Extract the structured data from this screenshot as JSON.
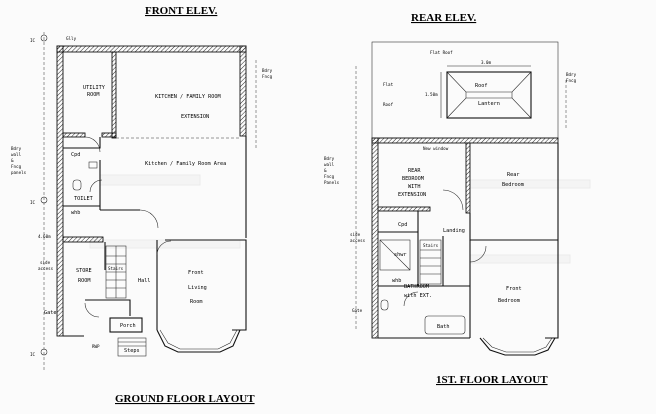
{
  "headings": {
    "front_elev": "FRONT ELEV.",
    "rear_elev": "REAR ELEV.",
    "ground_floor": "GROUND FLOOR LAYOUT",
    "first_floor": "1ST. FLOOR LAYOUT"
  },
  "ground": {
    "utility_room": [
      "UTILITY",
      "ROOM"
    ],
    "kitchen_family_room": "KITCHEN / FAMILY ROOM",
    "extension": "EXTENSION",
    "kitchen_area": "Kitchen / Family Room Area",
    "cpd": "Cpd",
    "toilet": "TOILET",
    "whb": "whb",
    "store_room": [
      "STORE",
      "ROOM"
    ],
    "hall": "Hall",
    "front_living_room": [
      "Front",
      "Living",
      "Room"
    ],
    "porch": "Porch",
    "steps": "Steps",
    "gate": "Gate",
    "side_access": [
      "side",
      "access"
    ],
    "bdry_fncg_left": [
      "Bdry",
      "wall",
      "&",
      "Fncg",
      "panels"
    ],
    "bdry_fncg_right": [
      "Bdry",
      "Fncg"
    ],
    "ic_marks": [
      "IC",
      "IC",
      "IC"
    ],
    "gully": "Glly",
    "dims_left": "4.60m",
    "stairs_label": "Stairs",
    "rwp": "RWP"
  },
  "first": {
    "flat_roof_top": "Flat  Roof",
    "flat_roof_left": [
      "Flat",
      "Roof"
    ],
    "dim_width": "3.0m",
    "dim_height": "1.50m",
    "roof_lantern": [
      "Roof",
      "Lantern"
    ],
    "new_window": "New window",
    "rear_bedroom_ext": [
      "REAR",
      "BEDROOM",
      "WITH",
      "EXTENSION"
    ],
    "rear_bedroom": [
      "Rear",
      "Bedroom"
    ],
    "cpd": "Cpd",
    "landing": "Landing",
    "stairs": "Stairs",
    "shwr": "shwr",
    "whb": "whb",
    "bathroom": [
      "BATHROOM",
      "with EXT."
    ],
    "bath": "Bath",
    "front_bedroom": [
      "Front",
      "Bedroom"
    ],
    "bdry_left": [
      "Bdry",
      "wall",
      "&",
      "Fncg",
      "Panels"
    ],
    "bdry_right": [
      "Bdry",
      "Fncg"
    ],
    "gate": "Gate",
    "side_access": [
      "side",
      "access"
    ]
  }
}
